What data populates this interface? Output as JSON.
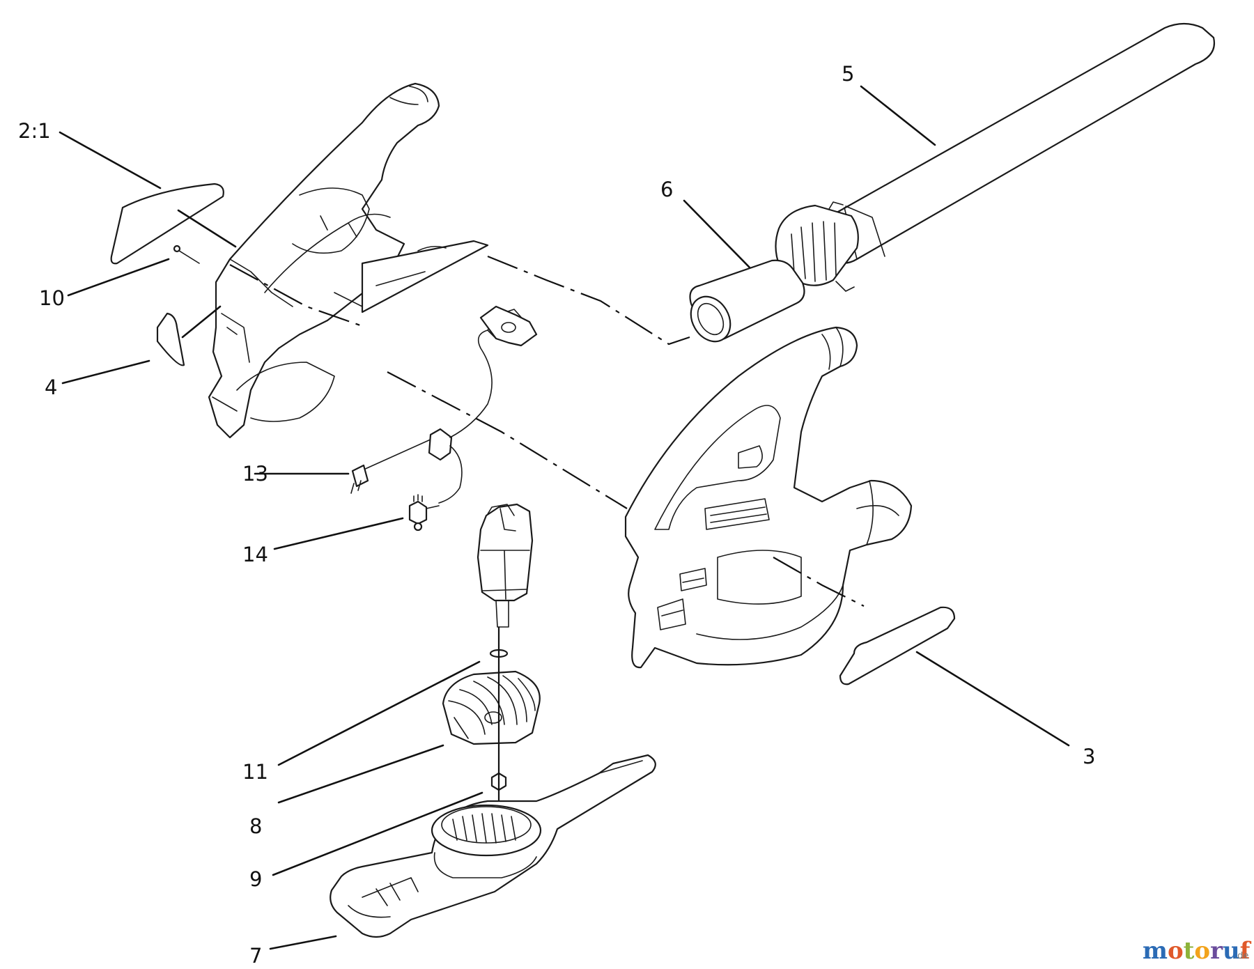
{
  "callouts": {
    "c2_1": "2:1",
    "c10": "10",
    "c4": "4",
    "c13": "13",
    "c14": "14",
    "c11": "11",
    "c8": "8",
    "c9": "9",
    "c7": "7",
    "c5": "5",
    "c6": "6",
    "c3": "3"
  },
  "watermark": {
    "text": "motoruf",
    "suffix": ".de",
    "colors": [
      "#2b6bb5",
      "#e0592a",
      "#8db33a",
      "#f2a31b",
      "#6a4c9c",
      "#2b6bb5",
      "#e0592a"
    ]
  }
}
